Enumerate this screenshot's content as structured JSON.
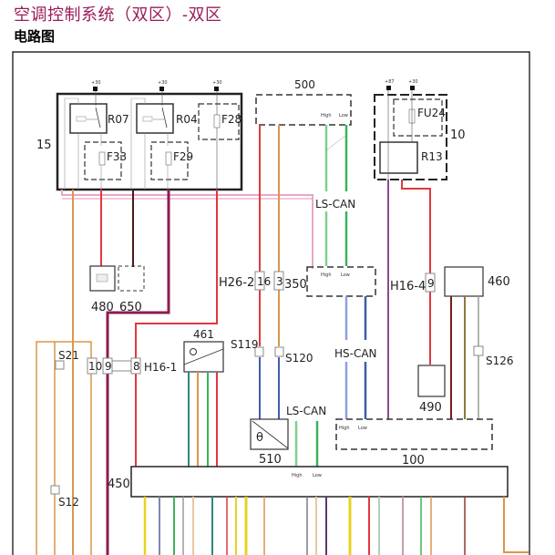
{
  "header": {
    "title": "空调控制系统（双区）-双区",
    "subtitle": "电路图"
  },
  "components": {
    "c15": "15",
    "r07": "R07",
    "r04": "R04",
    "f28": "F28",
    "f33": "F33",
    "f29": "F29",
    "c500": "500",
    "c10": "10",
    "fu24": "FU24",
    "r13": "R13",
    "c480": "480",
    "c650": "650",
    "h26_2": "H26-2",
    "h26_pin16": "16",
    "h26_pin3": "3",
    "c350": "350",
    "h16_4": "H16-4",
    "h16_4_pin": "9",
    "c460": "460",
    "c461": "461",
    "s21": "S21",
    "h16_1": "H16-1",
    "h16_1_pin10": "10",
    "h16_1_pin9": "9",
    "h16_1_pin8": "8",
    "s119": "S119",
    "s120": "S120",
    "s126": "S126",
    "c490": "490",
    "c510": "510",
    "c100": "100",
    "c450": "450",
    "s12": "S12"
  },
  "bus_labels": {
    "ls_can_top": "LS-CAN",
    "hs_can": "HS-CAN",
    "ls_can_bottom": "LS-CAN",
    "high": "High",
    "low": "Low"
  },
  "terminals": {
    "plus30": "+30",
    "plus87": "+87"
  },
  "wire_colors": {
    "red": "#e0393e",
    "orange": "#d9974a",
    "pink": "#e9a6c8",
    "green": "#3cb35a",
    "lightgreen": "#7fd08d",
    "blue": "#5c72c4",
    "purple": "#8a4a8f",
    "darkmagenta": "#8c1d4f",
    "darkred": "#7a1b1b",
    "olive": "#8a7a3a",
    "grey": "#9a9a9a",
    "yellow": "#e8d21f",
    "teal": "#2e8a7a"
  }
}
